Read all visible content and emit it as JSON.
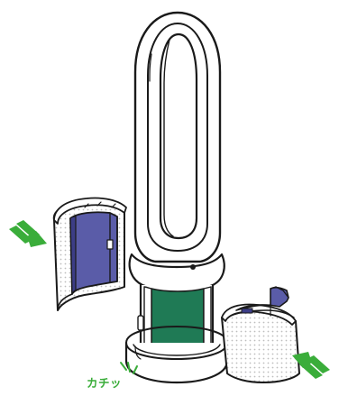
{
  "annotation": {
    "click_sound": "カチッ"
  },
  "colors": {
    "outline": "#1a1a1a",
    "filter_blue": "#5a5ca8",
    "filter_blue_dark": "#3c3d86",
    "base_green": "#1f7a55",
    "arrow_green": "#3aad3a",
    "mesh_dot": "#c8c8c8",
    "background": "#ffffff"
  },
  "icons": [
    "arrow-icon-left",
    "arrow-icon-right",
    "click-sound-lines-icon"
  ]
}
